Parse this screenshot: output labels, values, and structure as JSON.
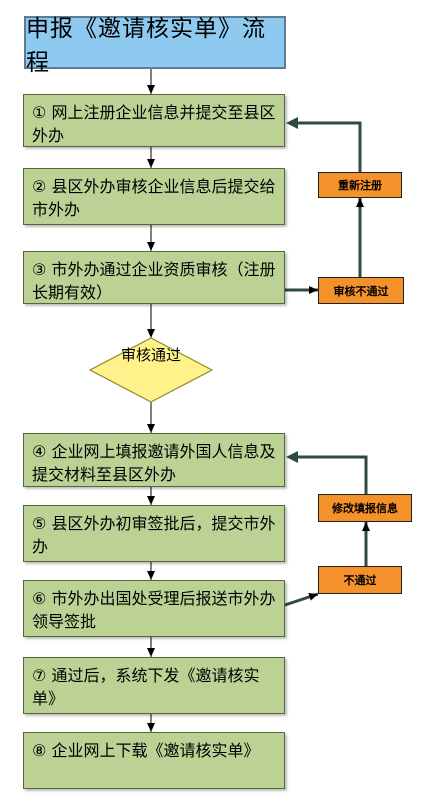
{
  "title": "申报《邀请核实单》流程",
  "steps": [
    {
      "num": "①",
      "text": "网上注册企业信息并提交至县区外办"
    },
    {
      "num": "②",
      "text": "县区外办审核企业信息后提交给市外办"
    },
    {
      "num": "③",
      "text": "市外办通过企业资质审核（注册长期有效）"
    },
    {
      "num": "④",
      "text": "企业网上填报邀请外国人信息及提交材料至县区外办"
    },
    {
      "num": "⑤",
      "text": "县区外办初审签批后，提交市外办"
    },
    {
      "num": "⑥",
      "text": "市外办出国处受理后报送市外办领导签批"
    },
    {
      "num": "⑦",
      "text": "通过后，系统下发《邀请核实单》"
    },
    {
      "num": "⑧",
      "text": "企业网上下载《邀请核实单》"
    }
  ],
  "decision": "审核通过",
  "side_boxes": {
    "re_register": "重新注册",
    "review_fail": "审核不通过",
    "revise": "修改填报信息",
    "fail": "不通过"
  }
}
